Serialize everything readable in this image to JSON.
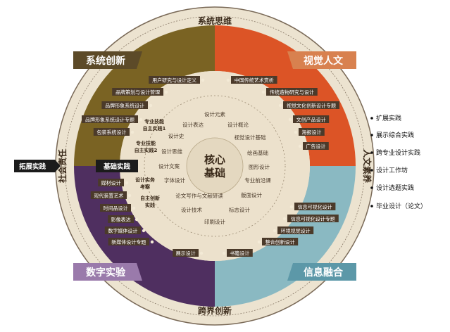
{
  "colors": {
    "outer_ring": "#ece3d0",
    "outer_border": "#7a6a58",
    "olive": "#7a6323",
    "orange": "#dc5426",
    "purple": "#4f2f60",
    "teal": "#8ab9c2",
    "inner_disc": "#ece1cc",
    "tag_dark": "#4b3a2a",
    "black_tab": "#1b1b1b"
  },
  "outer_ring": {
    "top": "系统思维",
    "bottom": "跨界创新",
    "left": "社会责任",
    "right": "人文素养"
  },
  "quadrants": {
    "top_left": "系统创新",
    "top_right": "视觉人文",
    "bottom_left": "数字实验",
    "bottom_right": "信息融合"
  },
  "center": {
    "line1": "核心",
    "line2": "基础"
  },
  "courses": {
    "system_innovation": [
      "用户研究与设计定义",
      "品牌策划与设计管理",
      "品牌形象系统设计",
      "品牌形象系统设计专题",
      "包装系统设计"
    ],
    "visual_humanities": [
      "中国传统艺术赏析",
      "传统造物研究与设计",
      "视觉文化创新设计专题",
      "文创产品设计",
      "海报设计",
      "广告设计"
    ],
    "digital_experiment": [
      "媒材设计",
      "现代装置艺术",
      "时间品设计",
      "影像表达",
      "数字媒体设计",
      "新媒体设计专题",
      "展示设计"
    ],
    "information_fusion": [
      "信息可视化设计",
      "信息可视化设计专题",
      "环境视觉设计",
      "整合创新设计",
      "书籍设计"
    ]
  },
  "inner_courses": [
    "设计元素",
    "设计概论",
    "视觉设计基础",
    "绘画基础",
    "图形设计",
    "专业前沿课",
    "版面设计",
    "标志设计",
    "印刷设计",
    "设计技术",
    "论文写作与文献研读",
    "字体设计",
    "设计文案",
    "设计思维",
    "设计史",
    "设计表达"
  ],
  "inner_tags": {
    "tag1": [
      "专业技能",
      "自主实践1"
    ],
    "tag2": [
      "专业技能",
      "自主实践2"
    ],
    "tag3": [
      "设计实务",
      "考察"
    ],
    "tag4": [
      "自主创新",
      "实践"
    ]
  },
  "left_tabs": {
    "expand": "拓展实践",
    "basic": "基础实践"
  },
  "right_list": [
    "扩展实践",
    "展示综合实践",
    "跨专业设计实践",
    "设计工作坊",
    "设计选题实践",
    "毕业设计（论文）"
  ]
}
